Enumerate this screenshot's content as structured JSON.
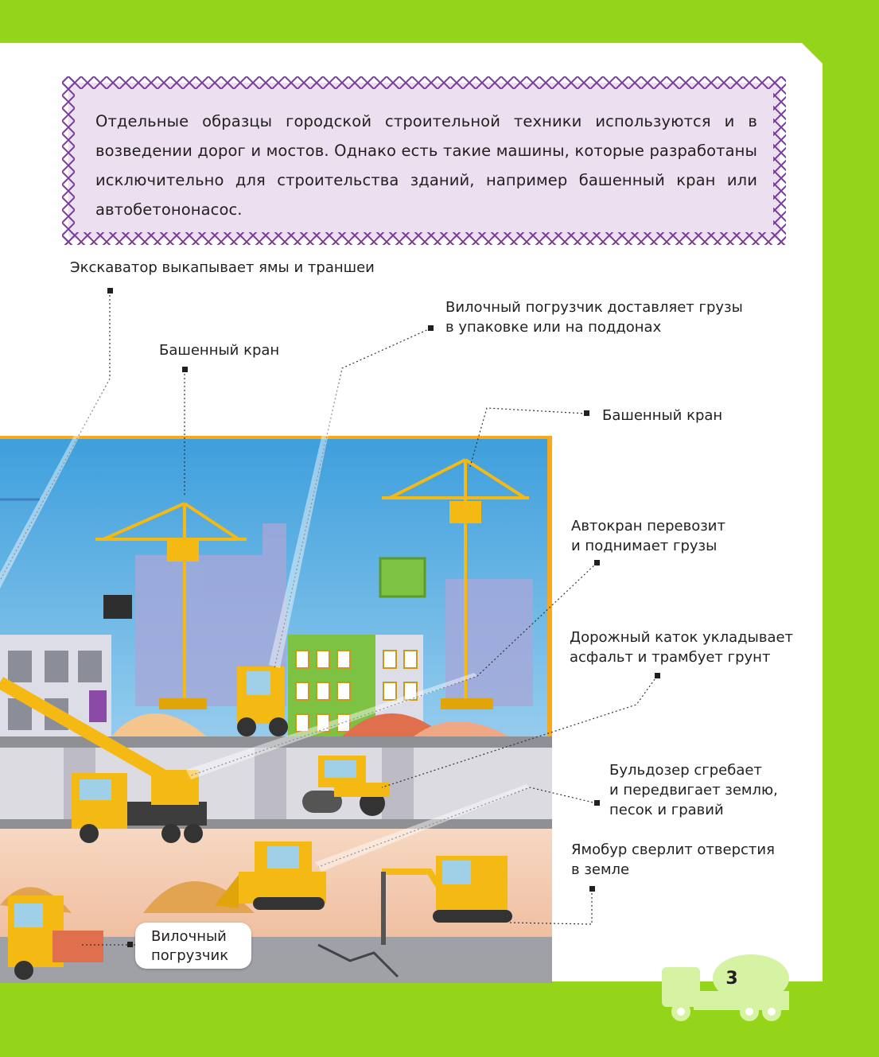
{
  "intro": {
    "text": "Отдельные образцы городской строительной техники используются и в возведении дорог и мостов. Однако есть такие машины, которые разработаны исключительно для строительства зданий, например башенный кран или автобетононасос."
  },
  "callouts": {
    "excavator": "Экскаватор выкапывает ямы и траншеи",
    "forklift_top": "Вилочный погрузчик доставляет грузы\nв упаковке или на поддонах",
    "tower_crane_left": "Башенный кран",
    "tower_crane_right": "Башенный кран",
    "truck_crane": "Автокран перевозит\nи поднимает грузы",
    "road_roller": "Дорожный каток укладывает\nасфальт и трамбует грунт",
    "bulldozer": "Бульдозер сгребает\nи передвигает землю,\nпесок и гравий",
    "auger": "Ямобур сверлит отверстия\nв земле",
    "forklift_bubble": "Вилочный\nпогрузчик"
  },
  "page_number": "3",
  "colors": {
    "page_green": "#94d51a",
    "intro_bg": "#ecdff0",
    "intro_border": "#7c3f98",
    "machine_yellow": "#f5b914",
    "sky": "#4aa7e0",
    "scene_border": "#f7a81b"
  }
}
